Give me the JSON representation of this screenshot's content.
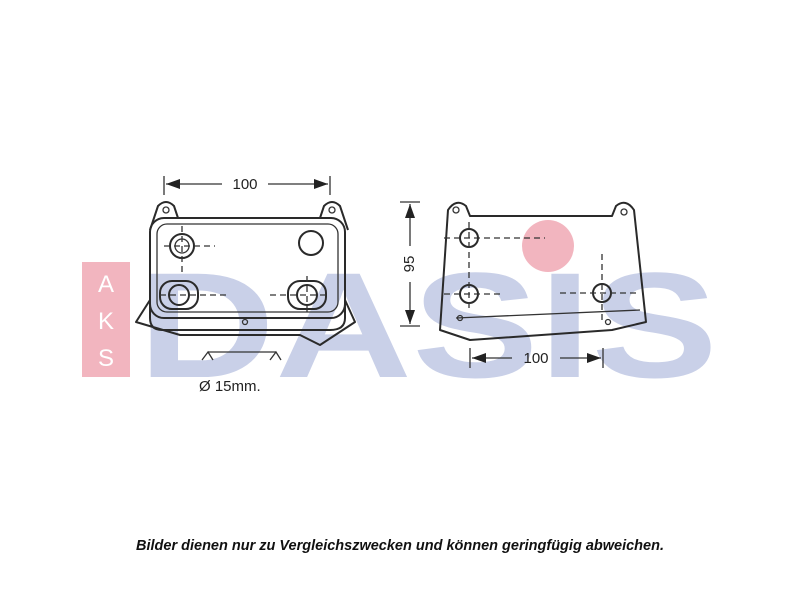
{
  "watermark": {
    "brand": "DASIS",
    "side_letters": [
      "A",
      "K",
      "S"
    ]
  },
  "dimensions": {
    "front_width": "100",
    "side_width": "100",
    "side_height": "95",
    "port_diameter": "Ø 15mm."
  },
  "disclaimer": "Bilder dienen nur zu Vergleichszwecken und können geringfügig abweichen."
}
